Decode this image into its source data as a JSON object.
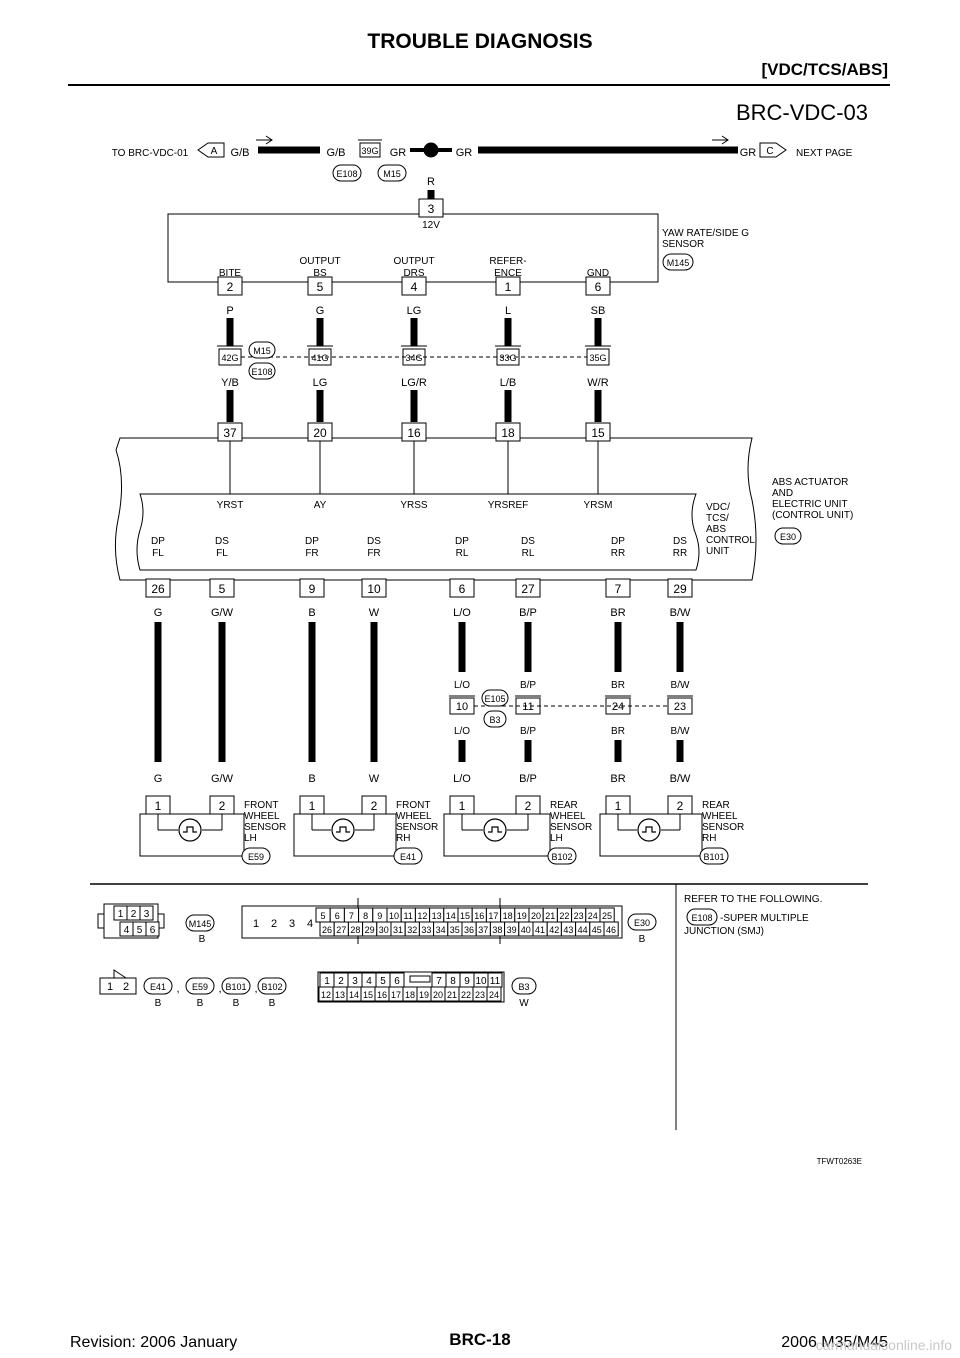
{
  "header": {
    "title": "TROUBLE DIAGNOSIS",
    "section": "[VDC/TCS/ABS]"
  },
  "diagram": {
    "id": "BRC-VDC-03",
    "top_harness": {
      "from_label": "TO BRC-VDC-01",
      "from_ref": "A",
      "wire_left": "G/B",
      "wire_mid": "G/B",
      "junction_term": "39G",
      "wire_gr1": "GR",
      "wire_gr2": "GR",
      "wire_gr3": "GR",
      "wire_r": "R",
      "to_ref": "C",
      "to_label": "NEXT PAGE",
      "conn_e108": "E108",
      "conn_m15": "M15"
    },
    "yaw_sensor": {
      "name_line1": "YAW RATE/SIDE G",
      "name_line2": "SENSOR",
      "conn": "M145",
      "power_term": "3",
      "power_label": "12V",
      "pins": [
        {
          "line1": "",
          "line2": "BITE",
          "term": "2",
          "wire": "P",
          "junc": "42G",
          "wire2": "Y/B",
          "ecu_term": "37",
          "ecu_label": "YRST"
        },
        {
          "line1": "OUTPUT",
          "line2": "BS",
          "term": "5",
          "wire": "G",
          "junc": "41G",
          "wire2": "LG",
          "ecu_term": "20",
          "ecu_label": "AY"
        },
        {
          "line1": "OUTPUT",
          "line2": "DRS",
          "term": "4",
          "wire": "LG",
          "junc": "34G",
          "wire2": "LG/R",
          "ecu_term": "16",
          "ecu_label": "YRSS"
        },
        {
          "line1": "REFER-",
          "line2": "ENCE",
          "term": "1",
          "wire": "L",
          "junc": "33G",
          "wire2": "L/B",
          "ecu_term": "18",
          "ecu_label": "YRSREF"
        },
        {
          "line1": "",
          "line2": "GND",
          "term": "6",
          "wire": "SB",
          "junc": "35G",
          "wire2": "W/R",
          "ecu_term": "15",
          "ecu_label": "YRSM"
        }
      ],
      "mid_conn_top": "M15",
      "mid_conn_bottom": "E108"
    },
    "abs_unit": {
      "outer_l1": "ABS ACTUATOR",
      "outer_l2": "AND",
      "outer_l3": "ELECTRIC UNIT",
      "outer_l4": "(CONTROL UNIT)",
      "inner_l1": "VDC/",
      "inner_l2": "TCS/",
      "inner_l3": "ABS",
      "inner_l4": "CONTROL",
      "inner_l5": "UNIT",
      "conn": "E30"
    },
    "wheel_pins": [
      {
        "l1": "DP",
        "l2": "FL",
        "term": "26",
        "wire": "G"
      },
      {
        "l1": "DS",
        "l2": "FL",
        "term": "5",
        "wire": "G/W"
      },
      {
        "l1": "DP",
        "l2": "FR",
        "term": "9",
        "wire": "B"
      },
      {
        "l1": "DS",
        "l2": "FR",
        "term": "10",
        "wire": "W"
      },
      {
        "l1": "DP",
        "l2": "RL",
        "term": "6",
        "wire": "L/O"
      },
      {
        "l1": "DS",
        "l2": "RL",
        "term": "27",
        "wire": "B/P"
      },
      {
        "l1": "DP",
        "l2": "RR",
        "term": "7",
        "wire": "BR"
      },
      {
        "l1": "DS",
        "l2": "RR",
        "term": "29",
        "wire": "B/W"
      }
    ],
    "rear_junction": {
      "conn_top": "E105",
      "conn_bottom": "B3",
      "terms": [
        "10",
        "11",
        "24",
        "23"
      ],
      "wire_above": [
        "L/O",
        "B/P",
        "BR",
        "B/W"
      ],
      "wire_below": [
        "L/O",
        "B/P",
        "BR",
        "B/W"
      ]
    },
    "sensors": [
      {
        "l1": "FRONT",
        "l2": "WHEEL",
        "l3": "SENSOR",
        "l4": "LH",
        "conn": "E59",
        "t1": "1",
        "t2": "2",
        "w1": "G",
        "w2": "G/W"
      },
      {
        "l1": "FRONT",
        "l2": "WHEEL",
        "l3": "SENSOR",
        "l4": "RH",
        "conn": "E41",
        "t1": "1",
        "t2": "2",
        "w1": "B",
        "w2": "W"
      },
      {
        "l1": "REAR",
        "l2": "WHEEL",
        "l3": "SENSOR",
        "l4": "LH",
        "conn": "B102",
        "t1": "1",
        "t2": "2",
        "w1": "L/O",
        "w2": "B/P"
      },
      {
        "l1": "REAR",
        "l2": "WHEEL",
        "l3": "SENSOR",
        "l4": "RH",
        "conn": "B101",
        "t1": "1",
        "t2": "2",
        "w1": "BR",
        "w2": "B/W"
      }
    ],
    "connector_views": {
      "m145": {
        "name": "M145",
        "color": "B",
        "row1": [
          "1",
          "2",
          "3"
        ],
        "row2": [
          "4",
          "5",
          "6"
        ]
      },
      "e30": {
        "name": "E30",
        "color": "B",
        "big": [
          "1",
          "2",
          "3",
          "4"
        ],
        "row1": [
          "5",
          "6",
          "7",
          "8",
          "9",
          "10",
          "11",
          "12",
          "13",
          "14",
          "15",
          "16",
          "17",
          "18",
          "19",
          "20",
          "21",
          "22",
          "23",
          "24",
          "25"
        ],
        "row2": [
          "26",
          "27",
          "28",
          "29",
          "30",
          "31",
          "32",
          "33",
          "34",
          "35",
          "36",
          "37",
          "38",
          "39",
          "40",
          "41",
          "42",
          "43",
          "44",
          "45",
          "46"
        ]
      },
      "sensor_conn": {
        "pins": [
          "1",
          "2"
        ],
        "names": [
          "E41",
          "E59",
          "B101",
          "B102"
        ],
        "colors": [
          "B",
          "B",
          "B",
          "B"
        ],
        "sep": ","
      },
      "b3": {
        "name": "B3",
        "color": "W",
        "row1a": [
          "1",
          "2",
          "3",
          "4",
          "5",
          "6"
        ],
        "row1b": [
          "7",
          "8",
          "9",
          "10",
          "11"
        ],
        "row2": [
          "12",
          "13",
          "14",
          "15",
          "16",
          "17",
          "18",
          "19",
          "20",
          "21",
          "22",
          "23",
          "24"
        ]
      }
    },
    "refer": {
      "line1": "REFER TO THE FOLLOWING.",
      "conn": "E108",
      "line2": "-SUPER MULTIPLE",
      "line3": "JUNCTION (SMJ)"
    },
    "figure_code": "TFWT0263E"
  },
  "footer": {
    "left": "Revision: 2006 January",
    "center": "BRC-18",
    "right": "2006 M35/M45"
  },
  "watermark": "carmanualsonline.info"
}
